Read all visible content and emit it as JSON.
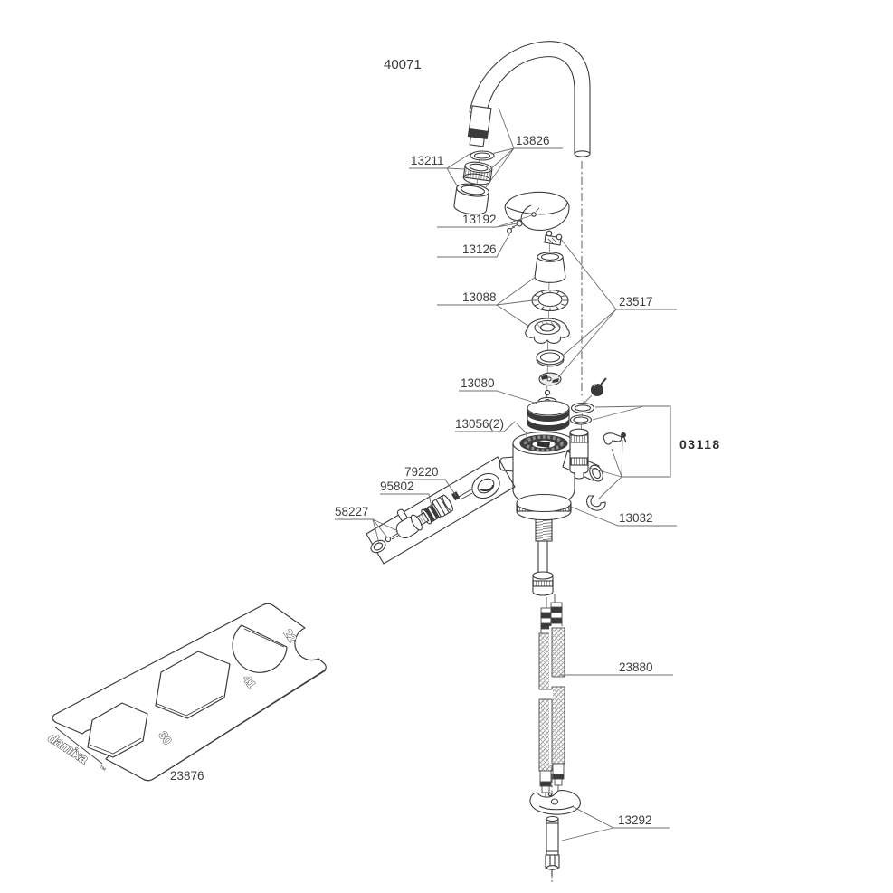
{
  "diagram": {
    "product_number": "40071",
    "labels": {
      "l13826": "13826",
      "l13211": "13211",
      "l13192": "13192",
      "l13126": "13126",
      "l13088": "13088",
      "l23517": "23517",
      "l13080": "13080",
      "l13056": "13056(2)",
      "l03118": "03118",
      "l79220": "79220",
      "l95802": "95802",
      "l58227": "58227",
      "l13032": "13032",
      "l23880": "23880",
      "l13292": "13292"
    },
    "tool_plate": {
      "part_number": "23876",
      "logo": "damixa",
      "logo_tm": "™",
      "hole_size_1": "22",
      "hole_size_2": "41",
      "hole_size_3": "30"
    },
    "colors": {
      "line": "#3b3b3b",
      "label": "#3d3d3d",
      "leader": "#6e6e6e",
      "bracket": "#9a9a9a",
      "background": "#ffffff"
    }
  }
}
